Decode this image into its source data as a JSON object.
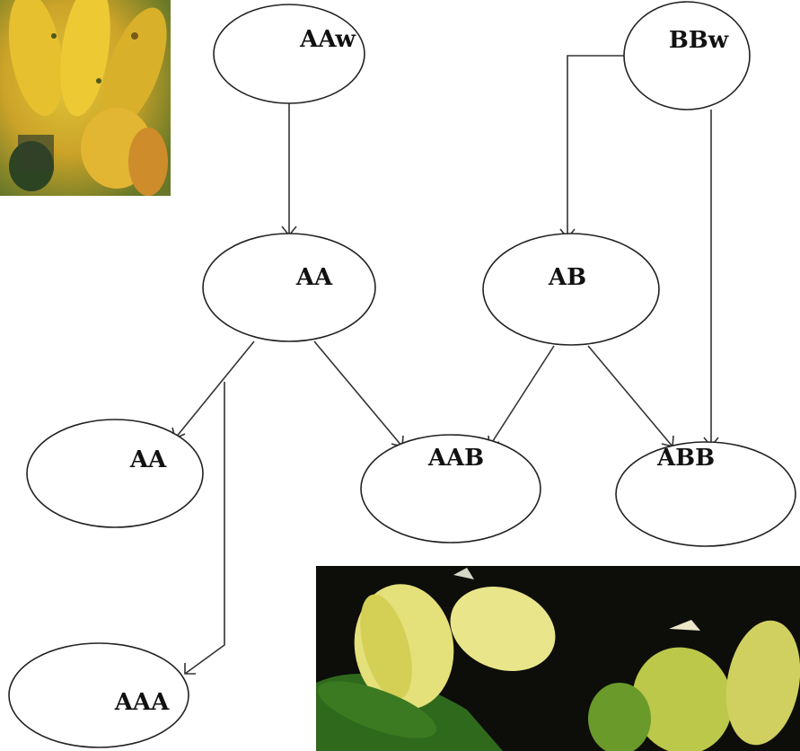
{
  "nodes": [
    {
      "id": "AAw",
      "label": "AAw"
    },
    {
      "id": "BBw",
      "label": "BBw"
    },
    {
      "id": "AA_parent",
      "label": "AA"
    },
    {
      "id": "AB",
      "label": "AB"
    },
    {
      "id": "AA_child",
      "label": "AA"
    },
    {
      "id": "AAB",
      "label": "AAB"
    },
    {
      "id": "ABB",
      "label": "ABB"
    },
    {
      "id": "AAA",
      "label": "AAA"
    }
  ],
  "edges": [
    {
      "from": "AAw",
      "to": "AA_parent"
    },
    {
      "from": "BBw",
      "to": "AB"
    },
    {
      "from": "BBw",
      "to": "ABB"
    },
    {
      "from": "AA_parent",
      "to": "AA_child"
    },
    {
      "from": "AA_parent",
      "to": "AAB"
    },
    {
      "from": "AA_parent",
      "to": "AAA"
    },
    {
      "from": "AB",
      "to": "AAB"
    },
    {
      "from": "AB",
      "to": "ABB"
    }
  ],
  "photos": [
    {
      "subject": "yellow banana bunch"
    },
    {
      "subject": "yellow-green plantain bunch"
    }
  ]
}
